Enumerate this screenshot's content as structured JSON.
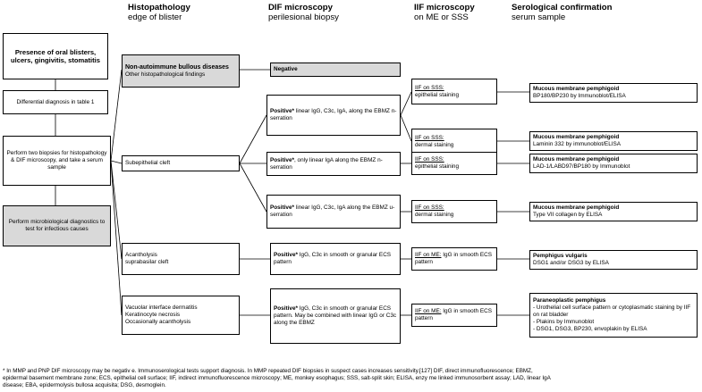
{
  "headers": {
    "histo_title": "Histopathology",
    "histo_sub": "edge of blister",
    "dif_title": "DIF microscopy",
    "dif_sub": "perilesional biopsy",
    "iif_title": "IIF microscopy",
    "iif_sub": "on ME or SSS",
    "sero_title": "Serological confirmation",
    "sero_sub": "serum sample"
  },
  "left": {
    "presence": "Presence of oral blisters, ulcers, gingivitis, stomatitis",
    "diff_diag": "Differential diagnosis in table 1",
    "biopsies": "Perform two biopsies for histopathology & DIF microscopy, and take a serum sample",
    "micro": "Perform microbiological diagnostics to test for infectious causes"
  },
  "histo": {
    "non_autoimmune_bold": "Non-autoimmune bullous diseases",
    "non_autoimmune_rest": "Other histopathological findings",
    "subepithelial": "Subepithelial cleft",
    "acantholysis_1": "Acantholysis",
    "acantholysis_2": "suprabasilar cleft",
    "vacuolar_1": "Vacuolar interface dermatitis",
    "vacuolar_2": "Keratinocyte necrosis",
    "vacuolar_3": "Occasionally acantholysis"
  },
  "dif": {
    "negative": "Negative",
    "pos1_bold": "Positive*",
    "pos1_rest": " linear IgG, C3c, IgA, along the EBMZ n-serration",
    "pos2_bold": "Positive*",
    "pos2_rest": ", only linear IgA along the EBMZ n-serration",
    "pos3_bold": "Positive*",
    "pos3_rest": " linear IgG, C3c, IgA along the EBMZ u-serration",
    "pos4_bold": "Positive*",
    "pos4_rest": " IgG, C3c in smooth or granular ECS pattern",
    "pos5_bold": "Positive*",
    "pos5_rest": " IgG, C3c in smooth or granular ECS pattern. May be combined with linear IgG or C3c along the EBMZ"
  },
  "iif": {
    "i1_a": "IIF on SSS:",
    "i1_b": "epithelial staining",
    "i2_a": "IIF on SSS:",
    "i2_b": "dermal staining",
    "i3_a": "IIF on SSS:",
    "i3_b": "epithelial staining",
    "i4_a": "IIF on SSS:",
    "i4_b": "dermal staining",
    "i5_a": "IIF on ME:",
    "i5_b": " IgG in smooth ECS pattern",
    "i6_a": "IIF on ME:",
    "i6_b": " IgG in smooth ECS pattern"
  },
  "sero": {
    "s1_title": "Mucous membrane pemphigoid",
    "s1_text": "BP180/BP230 by Immunoblot/ELISA",
    "s2_title": "Mucous membrane pemphigoid",
    "s2_text": "Laminin 332 by immunoblot/ELISA",
    "s3_title": "Mucous membrane pemphigoid",
    "s3_text": "LAD-1/LABD97/BP180 by Immunoblot",
    "s4_title": "Mucous membrane pemphigoid",
    "s4_text": "Type VII collagen  by ELISA",
    "s5_title": "Pemphigus vulgaris",
    "s5_text": "DSG1 and/or DSG3 by ELISA",
    "s6_title": "Paraneoplastic pemphigus",
    "s6_l1": "- Urothelial cell surface pattern or cytoplasmatic staining by IIF on rat bladder",
    "s6_l2": "- Plakins by Immunoblot",
    "s6_l3": "- DSG1, DSG3, BP230, envoplakin by ELISA"
  },
  "footnote": {
    "line1": "* In MMP and PNP DIF microscopy may be negativ e. Immunoserological tests support diagnosis. In MMP repeated DIF biopsies in suspect cases increases sensitivity.[127] DIF, direct immunofluorescence; EBMZ,",
    "line2": "epidermal basement membrane zone; ECS, epithelial cell surface; IIF, indirect immunofluorescence microscopy; ME, monkey esophagus; SSS, salt-split skin; ELISA, enzy me linked immunosorbent assay; LAD, linear IgA",
    "line3": "disease; EBA, epidermolysis bullosa acquisita; DSG, desmoglein."
  }
}
